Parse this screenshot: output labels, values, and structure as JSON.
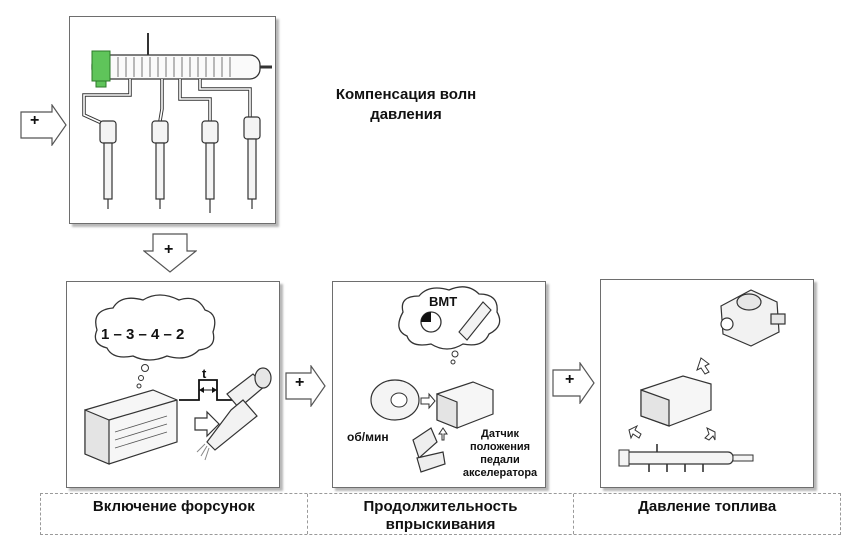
{
  "rail_panel": {
    "title": "Компенсация волн давления"
  },
  "panel_inj": {
    "sequence": "1 – 3 – 4 – 2",
    "time_label": "t"
  },
  "panel_dur": {
    "tdc": "ВМТ",
    "rpm": "об/мин",
    "pedal_sensor": "Датчик положения педали акселератора"
  },
  "captions": {
    "inj": "Включение форсунок",
    "dur": "Продолжительность впрыскивания",
    "press": "Давление топлива"
  },
  "plus_sign": "+",
  "colors": {
    "accent_green": "#5fc45a",
    "frame": "#6e6e6e",
    "shadow": "#b8b8b8"
  }
}
